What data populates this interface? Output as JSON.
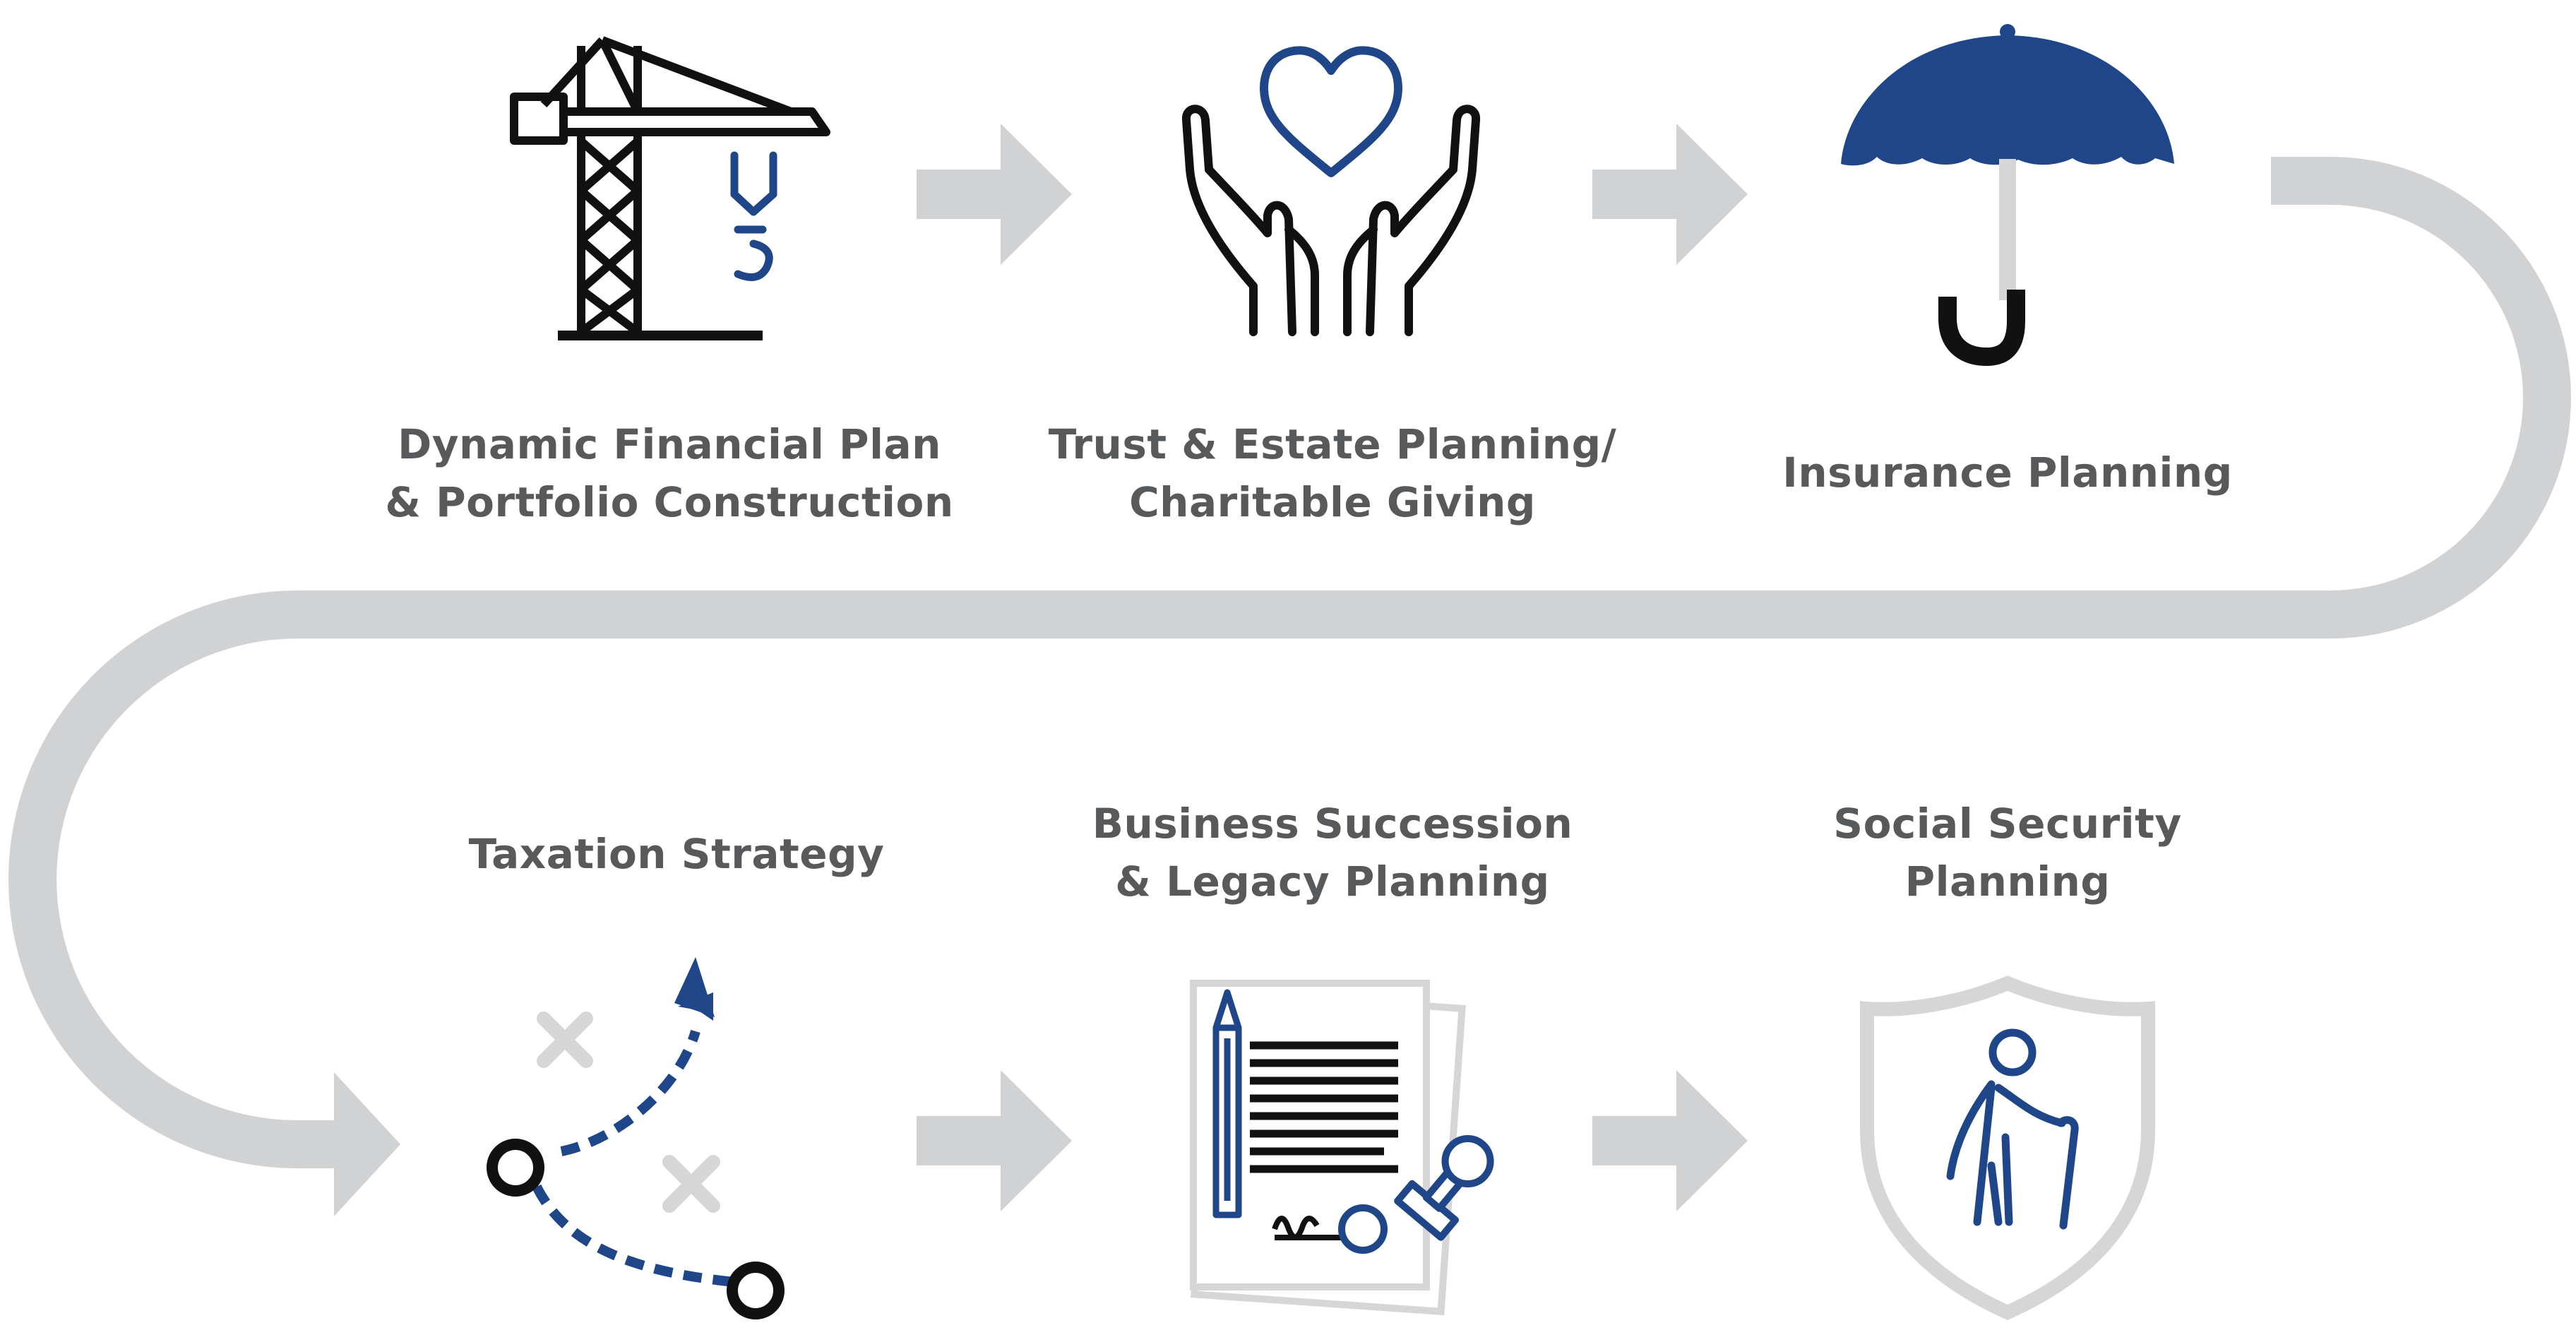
{
  "colors": {
    "path": "#d1d2d4",
    "navy": "#1f4688",
    "black": "#111111",
    "text": "#58595b",
    "light_gray": "#d6d6d6"
  },
  "steps": [
    {
      "icon": "crane-icon",
      "lines": [
        "Dynamic Financial Plan",
        "& Portfolio Construction"
      ]
    },
    {
      "icon": "hands-heart-icon",
      "lines": [
        "Trust & Estate Planning/",
        "Charitable Giving"
      ]
    },
    {
      "icon": "umbrella-icon",
      "lines": [
        "Insurance Planning"
      ]
    },
    {
      "icon": "strategy-play-icon",
      "lines": [
        "Taxation Strategy"
      ]
    },
    {
      "icon": "signed-document-icon",
      "lines": [
        "Business Succession",
        "& Legacy Planning"
      ]
    },
    {
      "icon": "elderly-shield-icon",
      "lines": [
        "Social Security",
        "Planning"
      ]
    }
  ]
}
